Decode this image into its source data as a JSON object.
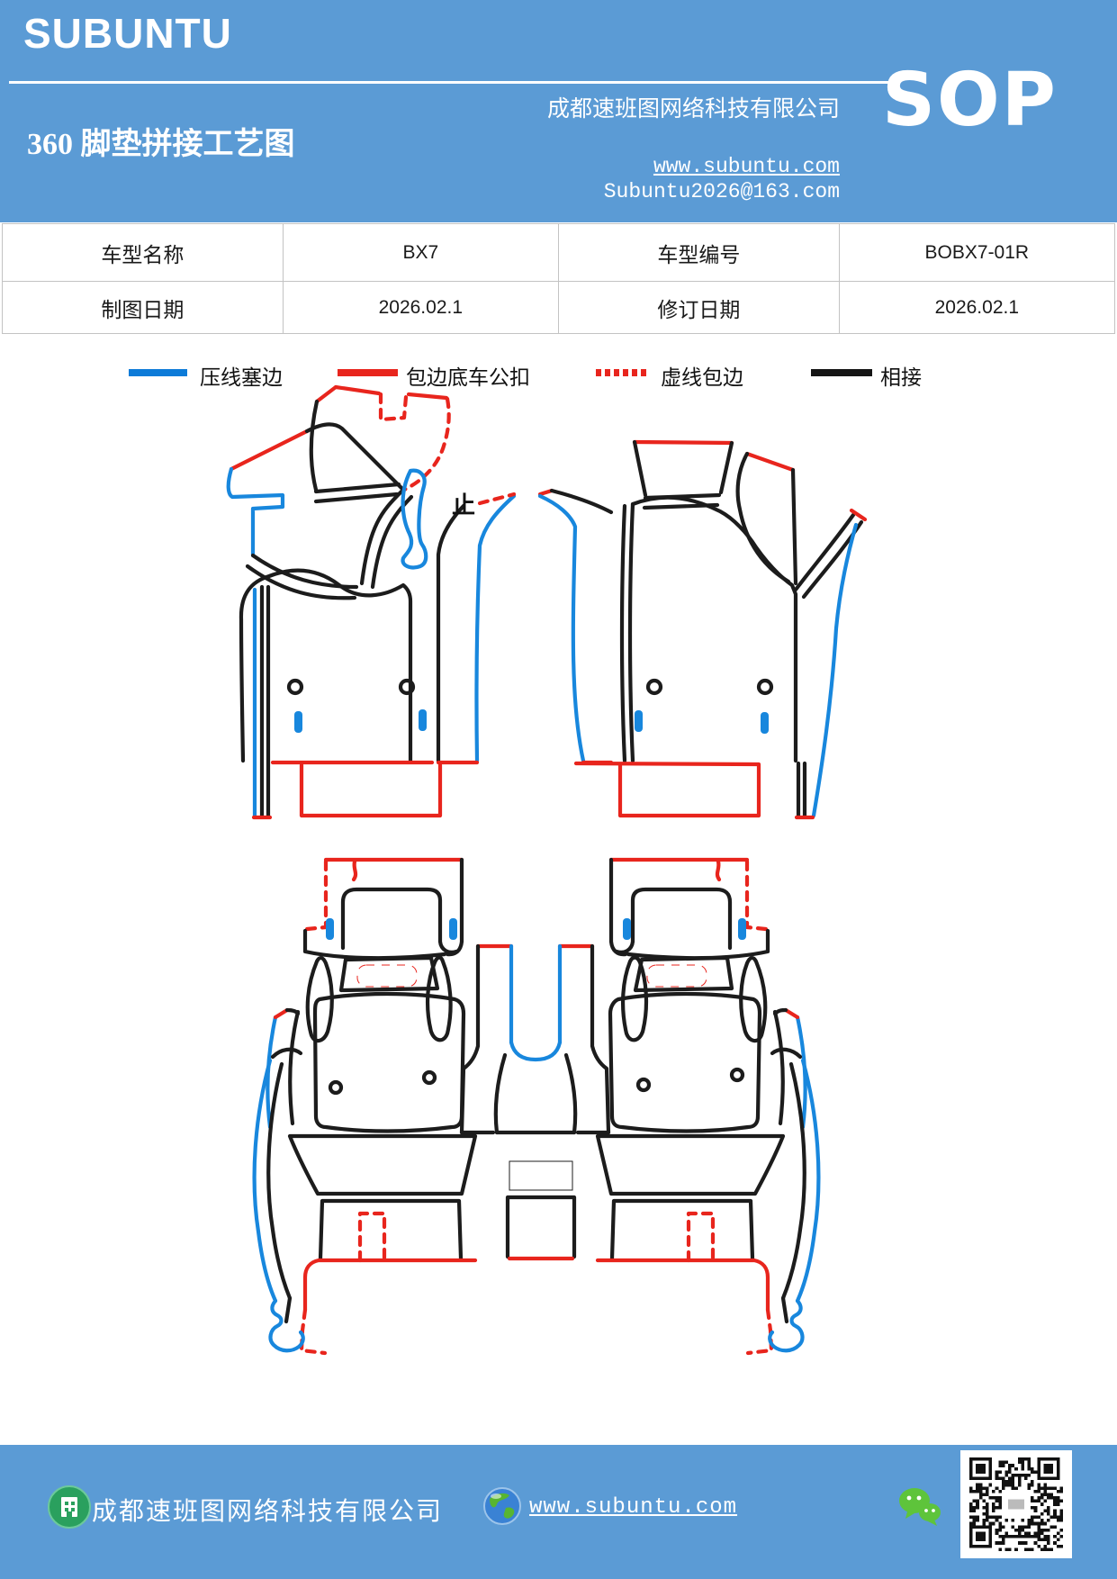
{
  "header": {
    "logo": "SUBUNTU",
    "title": "360 脚垫拼接工艺图",
    "company": "成都速班图网络科技有限公司",
    "website": "www.subuntu.com",
    "email": "Subuntu2026@163.com",
    "badge": "SOP"
  },
  "table": {
    "rows": [
      [
        "车型名称",
        "BX7",
        "车型编号",
        "BOBX7-01R"
      ],
      [
        "制图日期",
        "2026.02.1",
        "修订日期",
        "2026.02.1"
      ]
    ]
  },
  "legend": {
    "items": [
      {
        "label": "压线塞边",
        "color": "#0d7bd8",
        "style": "solid"
      },
      {
        "label": "包边底车公扣",
        "color": "#e8251d",
        "style": "solid"
      },
      {
        "label": "虚线包边",
        "color": "#e8251d",
        "style": "dashed"
      },
      {
        "label": "相接",
        "color": "#151515",
        "style": "solid"
      }
    ]
  },
  "diagram": {
    "annotation_stop": "止",
    "colors": {
      "press_edge_blue": "#1887dd",
      "binding_red": "#e8251d",
      "dashed_binding_red": "#e8251d",
      "joint_black": "#1c1c1c"
    }
  },
  "footer": {
    "company": "成都速班图网络科技有限公司",
    "website": "www.subuntu.com"
  }
}
